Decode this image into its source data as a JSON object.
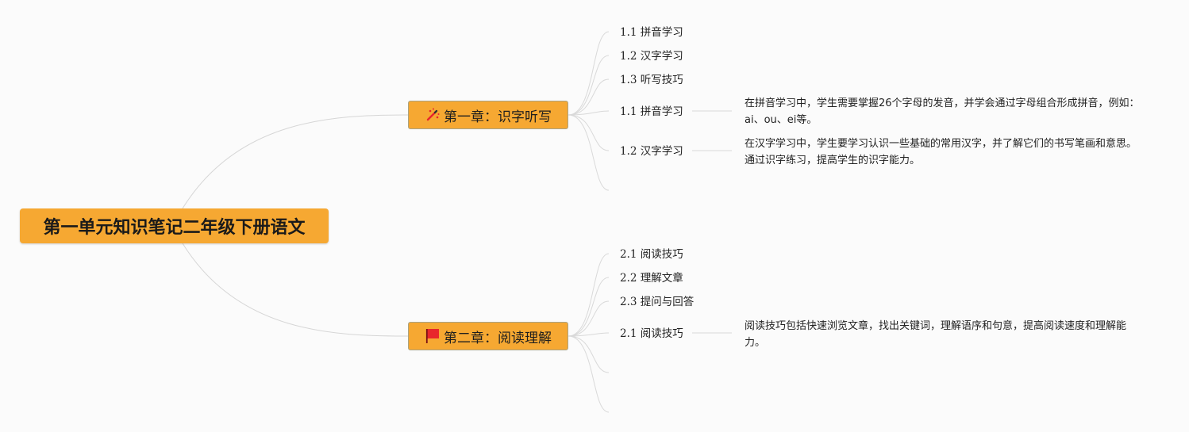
{
  "root": {
    "title": "第一单元知识笔记二年级下册语文"
  },
  "chapters": [
    {
      "title": "第一章：识字听写",
      "icon": "magic-wand-icon",
      "items": [
        "1.1 拼音学习",
        "1.2 汉字学习",
        "1.3 听写技巧",
        "1.1 拼音学习",
        "1.2 汉字学习"
      ],
      "notes": [
        "在拼音学习中，学生需要掌握26个字母的发音，并学会通过字母组合形成拼音，例如：ai、ou、ei等。",
        "在汉字学习中，学生要学习认识一些基础的常用汉字，并了解它们的书写笔画和意思。通过识字练习，提高学生的识字能力。"
      ]
    },
    {
      "title": "第二章：阅读理解",
      "icon": "red-flag-icon",
      "items": [
        "2.1 阅读技巧",
        "2.2 理解文章",
        "2.3 提问与回答",
        "2.1 阅读技巧"
      ],
      "notes": [
        "阅读技巧包括快速浏览文章，找出关键词，理解语序和句意，提高阅读速度和理解能力。"
      ]
    }
  ],
  "colors": {
    "node_fill": "#f6a832",
    "node_border": "#a9a384",
    "line": "#d3d3d3",
    "background": "#fbfbfb",
    "flag": "#e8262c"
  }
}
